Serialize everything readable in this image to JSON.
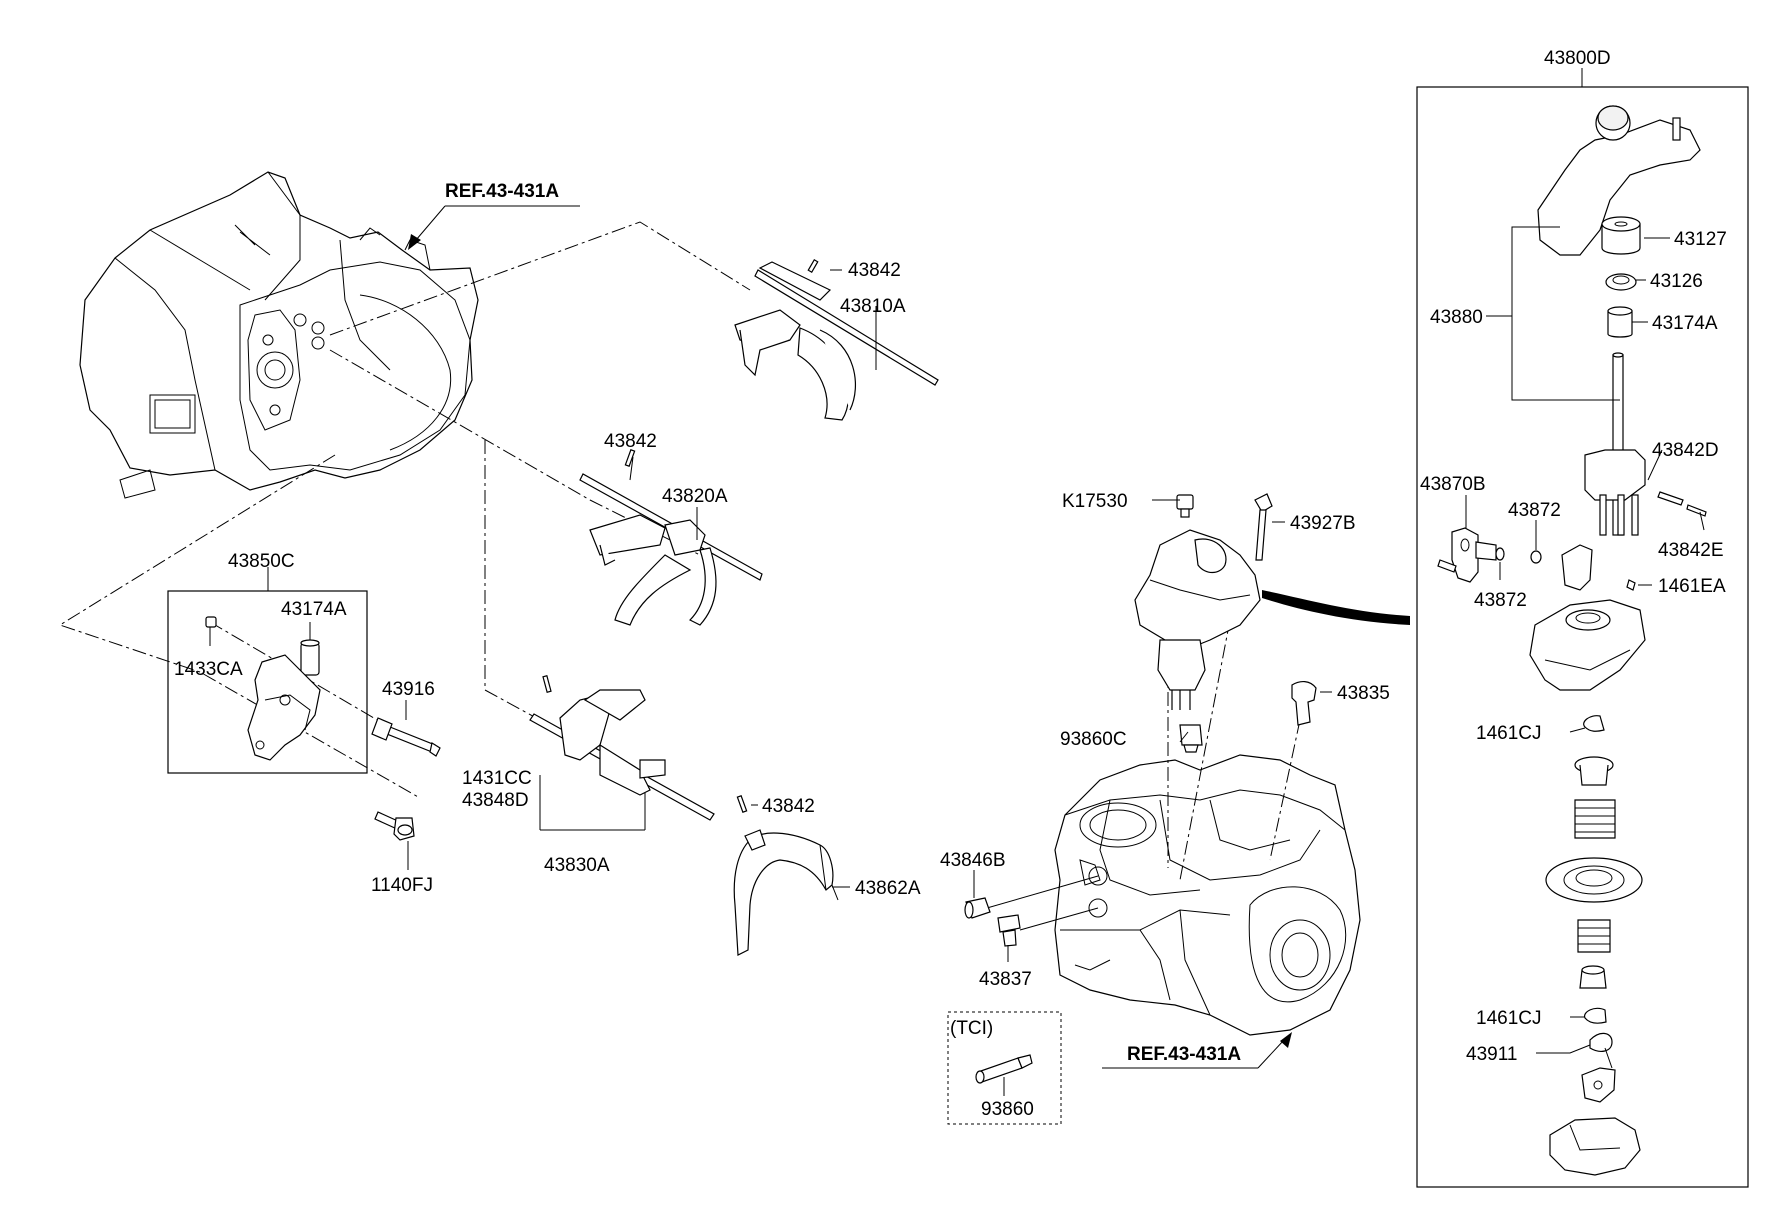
{
  "labels": {
    "p43800D": "43800D",
    "p43127": "43127",
    "p43126": "43126",
    "p43880": "43880",
    "p43174A_top": "43174A",
    "p43842D": "43842D",
    "p43870B": "43870B",
    "p43872_a": "43872",
    "p43872_b": "43872",
    "p43842E": "43842E",
    "p1461EA": "1461EA",
    "p1461CJ_a": "1461CJ",
    "p1461CJ_b": "1461CJ",
    "p43911": "43911",
    "p43842_1": "43842",
    "p43810A": "43810A",
    "p43842_2": "43842",
    "p43820A": "43820A",
    "p43850C": "43850C",
    "p43174A": "43174A",
    "p1433CA": "1433CA",
    "p43916": "43916",
    "p1140FJ": "1140FJ",
    "p1431CC": "1431CC",
    "p43848D": "43848D",
    "p43842_3": "43842",
    "p43830A": "43830A",
    "p43862A": "43862A",
    "pK17530": "K17530",
    "p43927B": "43927B",
    "p43835": "43835",
    "p93860C": "93860C",
    "p43846B": "43846B",
    "p43837": "43837",
    "tci": "(TCI)",
    "p93860": "93860",
    "ref_top": "REF.43-431A",
    "ref_bottom": "REF.43-431A"
  }
}
